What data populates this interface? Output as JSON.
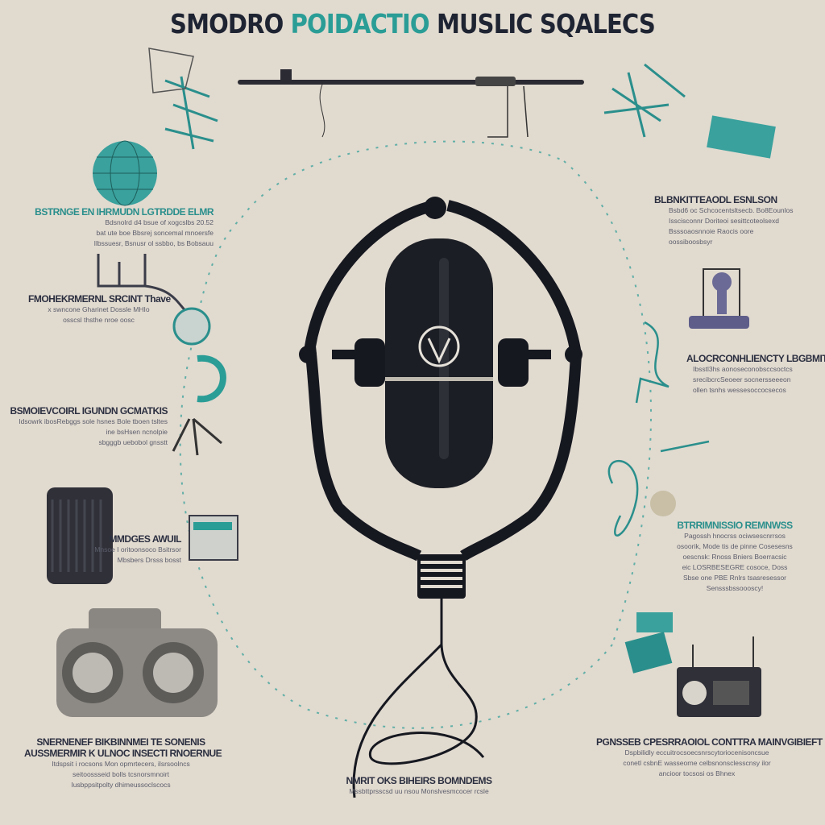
{
  "title": {
    "part1": "SMODRO",
    "part2": "POIDACTIO",
    "part3": "MUSLIC SQALECS"
  },
  "colors": {
    "background": "#e1dacf",
    "dark": "#1f2433",
    "teal": "#2a9d96"
  },
  "labels": [
    {
      "heading": "BSTRNGE EN IHRMUDN LGTRDDE ELMR",
      "lines": [
        "Bdsnolrd d4 bsue of xogcslbs 20.52",
        "bat ute boe Bbsrej soncemal mnoersfe",
        "Ilbssuesr, Bsnusr ol ssbbo, bs Bobsauu"
      ]
    },
    {
      "heading": "FMOHEKRMERNL SRCINT Thave",
      "lines": [
        "x swncone Gharinet Dossle MHIo",
        "osscsl thsthe nroe oosc"
      ]
    },
    {
      "heading": "BSMOIEVCOIRL IGUNDN GCMATKIS",
      "lines": [
        "Idsowrk ibosRebggs sole hsnes Bole tboen tsltes",
        "ine bsHsen ncnolpie",
        "sbgggb uebobol gnsstt"
      ]
    },
    {
      "heading": "MMDGES AWUIL",
      "lines": [
        "Mnsoe I oritoonsoco Bsitrsor",
        "Mbsbers Drsss bosst"
      ]
    },
    {
      "heading": "SNERNENEF BIKBINNMEI TE SONENIS",
      "heading2": "AUSSMERMIR K ULNOC INSECTI RNOERNUE",
      "lines": [
        "Itdspsit i rocsons Mon opmrtecers, ilsrsoolncs",
        "seitoossseid bolls tcsnorsmnoirt",
        "Iusbppsitpolty dhimeussoclscocs"
      ]
    },
    {
      "heading": "NMRIT OKS BIHEIRS BOMNDEMS",
      "lines": [
        "Mssbttprsscsd uu nsou Monslvesmcocer rcsle"
      ]
    },
    {
      "heading": "PGNSSEB CPESRRAOIOL CONTTRA MAINVGIBIEFT",
      "lines": [
        "Dspbilidly eccuitrocsoecsnrscytoriocenisoncsue",
        "conetl csbnE wasseorne celbsnonsclesscnsy ilor",
        "ancioor tocsosi os Bhnex"
      ]
    },
    {
      "heading": "BLBNKITTEAODL ESNLSON",
      "lines": [
        "Bsbd6 oc Schcocentsltsecb. Bo8Eounlos",
        "Isscisconnr Doriteoi sesittcoteolsexd",
        "Bsssoaosnnoie Raocis oore",
        "oossiboosbsyr"
      ]
    },
    {
      "heading": "ALOCRCONHLIENCTY LBGBMIT",
      "lines": [
        "Ibsstl3hs aonoseconobsccsoctcs",
        "srecibcrcSeoeer socnersseeeon",
        "ollen tsnhs wessesoccocsecos"
      ]
    },
    {
      "heading": "BTRRIMNISSIO REMNWSS",
      "lines": [
        "Pagossh hnocrss ociwsescnrrsos",
        "osoorik, Mode tis de pinne Cosesesns",
        "oescnsk: Rnoss Bniers Boerracsic",
        "eic LOSRBESEGRE cosoce, Doss",
        "Sbse one PBE Rnlrs tsasresessor",
        "Sensssbssoooscy!"
      ]
    }
  ]
}
